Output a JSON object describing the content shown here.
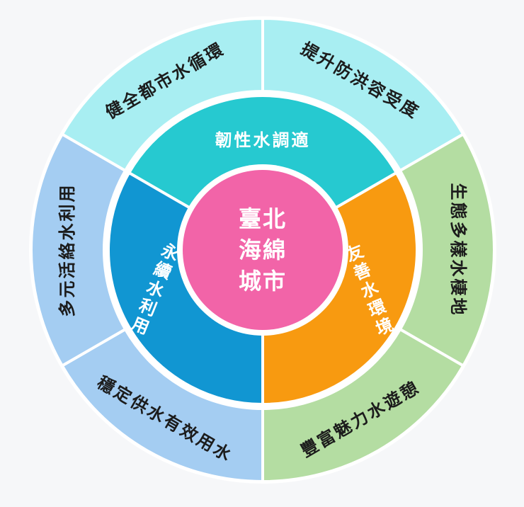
{
  "diagram": {
    "center": {
      "lines": [
        "臺北",
        "海綿",
        "城市"
      ],
      "color": "#f264a8"
    },
    "inner": [
      {
        "id": "resilience",
        "label": "韌性水調適",
        "color": "#26c9d0",
        "vertical": false
      },
      {
        "id": "friendly",
        "label": "友善水環境",
        "color": "#f89a10",
        "vertical": true
      },
      {
        "id": "sustain",
        "label": "永續水利用",
        "color": "#1196d2",
        "vertical": true
      }
    ],
    "outer": [
      {
        "id": "flood",
        "label": "提升防洪容受度",
        "color": "#a8eef2"
      },
      {
        "id": "eco",
        "label": "生態多樣水棲地",
        "color": "#b4dda2"
      },
      {
        "id": "leisure",
        "label": "豐富魅力水遊憩",
        "color": "#b4dda2"
      },
      {
        "id": "supply",
        "label": "穩定供水有效用水",
        "color": "#a4cdf2"
      },
      {
        "id": "multi",
        "label": "多元活絡水利用",
        "color": "#a4cdf2"
      },
      {
        "id": "cycle",
        "label": "健全都市水循環",
        "color": "#a8eef2"
      }
    ]
  }
}
